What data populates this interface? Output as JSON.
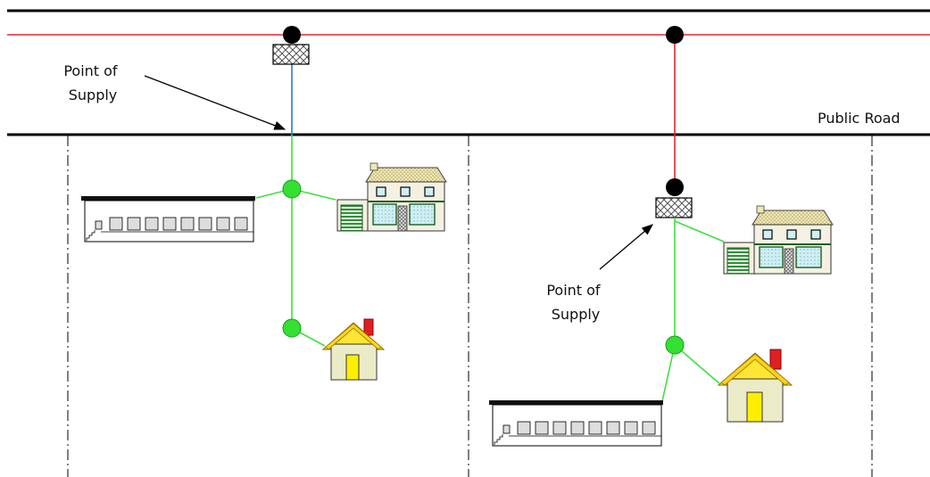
{
  "labels": {
    "point_of_supply_left": [
      "Point of",
      "Supply"
    ],
    "point_of_supply_right": [
      "Point of",
      "Supply"
    ],
    "road": "Public Road"
  },
  "colors": {
    "main_cable": "#e8272c",
    "service_private": "#2a7fc3",
    "service_network": "#e8272c",
    "private_network": "#3ee03e",
    "junction": "#33e033",
    "joint": "#000000",
    "boundary": "#000000",
    "house_wall": "#ecebc8",
    "house_roof": "#ffe534",
    "house_door": "#ffee00",
    "chimney": "#e02020"
  },
  "icons": {
    "supply_box": "cross-hatched-cutout-box-icon",
    "warehouse": "warehouse-icon",
    "detached_house": "detached-house-icon",
    "cottage": "cottage-icon"
  }
}
